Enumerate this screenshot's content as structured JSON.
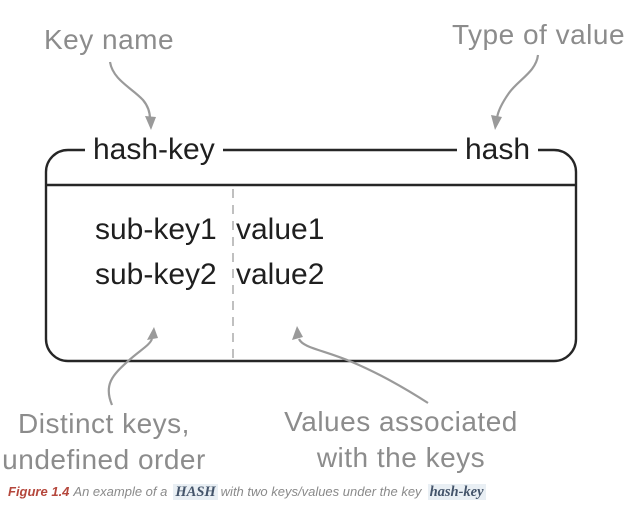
{
  "diagram": {
    "top_labels": {
      "key_name": "Key name",
      "type_of_value": "Type of value"
    },
    "box": {
      "key_label": "hash-key",
      "type_label": "hash",
      "rows": [
        {
          "key": "sub-key1",
          "value": "value1"
        },
        {
          "key": "sub-key2",
          "value": "value2"
        }
      ]
    },
    "bottom_labels": {
      "distinct_line1": "Distinct keys,",
      "distinct_line2": "undefined order",
      "values_line1": "Values associated",
      "values_line2": "with the keys"
    }
  },
  "caption": {
    "figure_label": "Figure 1.4",
    "text1": "An example of a",
    "code1": "HASH",
    "text2": "with two keys/values under the key",
    "code2": "hash-key"
  },
  "colors": {
    "label_gray": "#8c8c8c",
    "diagram_black": "#1f1f1f",
    "box_border": "#262626",
    "dashed_divider": "#b0b0b0",
    "arrow_gray": "#9a9a9a",
    "caption_red": "#b5473c",
    "caption_gray": "#8a8a8a",
    "code_text": "#44546a",
    "code_bg": "#e9eff4"
  }
}
